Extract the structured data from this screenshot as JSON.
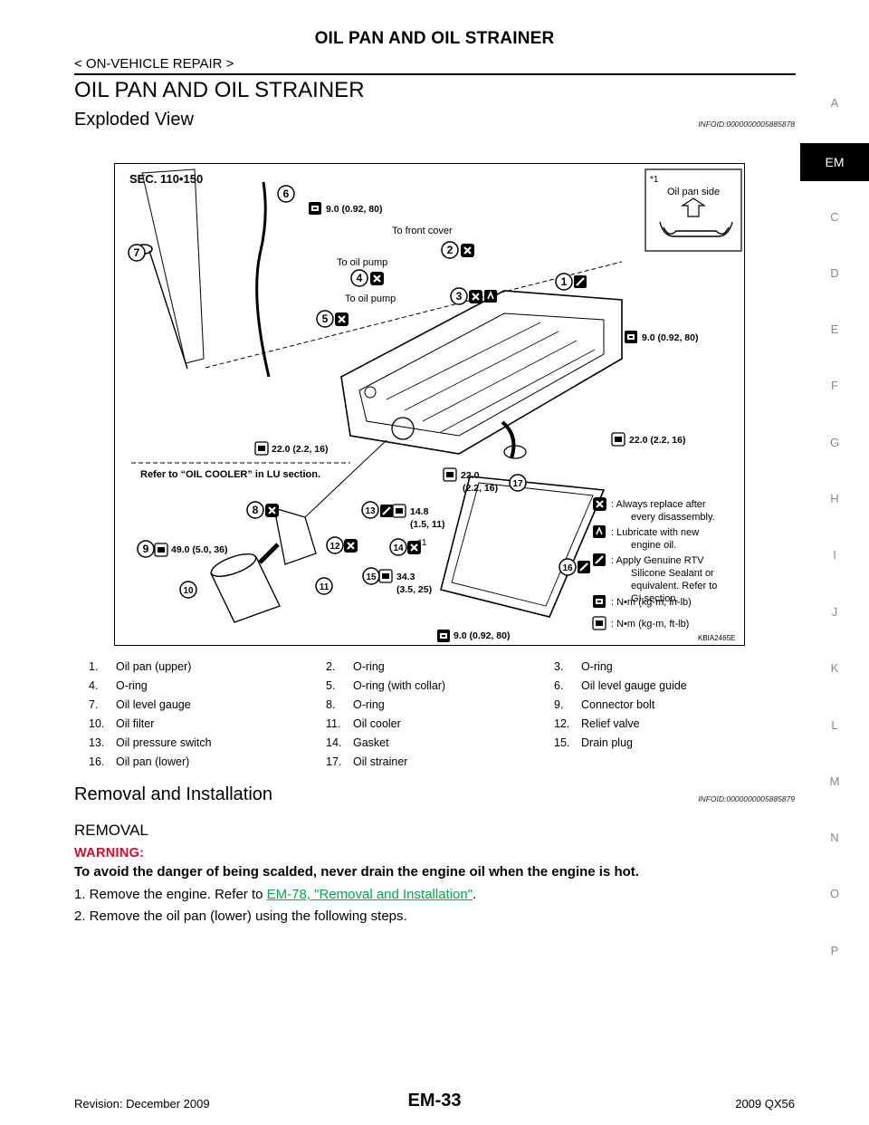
{
  "header": {
    "title": "OIL PAN AND OIL STRAINER",
    "subtitle": "< ON-VEHICLE REPAIR >",
    "section_title": "OIL PAN AND OIL STRAINER"
  },
  "exploded": {
    "heading": "Exploded View",
    "infoid": "INFOID:0000000005885878"
  },
  "side_tabs": [
    "A",
    "EM",
    "C",
    "D",
    "E",
    "F",
    "G",
    "H",
    "I",
    "J",
    "K",
    "L",
    "M",
    "N",
    "O",
    "P"
  ],
  "side_active": "EM",
  "figure": {
    "sec": "SEC. 110•150",
    "star_note": "*1",
    "inset_label": "Oil pan side",
    "to_front_cover": "To front cover",
    "to_oil_pump_1": "To oil pump",
    "to_oil_pump_2": "To oil pump",
    "refer": "Refer to “OIL COOLER” in LU section.",
    "torque_1": "9.0 (0.92, 80)",
    "torque_2": "9.0 (0.92, 80)",
    "torque_3": "22.0 (2.2, 16)",
    "torque_4": "22.0 (2.2, 16)",
    "torque_5a": "22.0",
    "torque_5b": "(2.2, 16)",
    "torque_6a": "14.8",
    "torque_6b": "(1.5, 11)",
    "torque_7": "49.0 (5.0, 36)",
    "torque_8a": "34.3",
    "torque_8b": "(3.5, 25)",
    "torque_9": "9.0 (0.92, 80)",
    "star_14": "*1",
    "callouts": [
      "1",
      "2",
      "3",
      "4",
      "5",
      "6",
      "7",
      "8",
      "9",
      "10",
      "11",
      "12",
      "13",
      "14",
      "15",
      "16",
      "17"
    ],
    "legend": {
      "replace_1": ": Always replace after",
      "replace_2": "every disassembly.",
      "lube_1": ": Lubricate with new",
      "lube_2": "engine oil.",
      "rtv_1": ": Apply Genuine RTV",
      "rtv_2": "Silicone Sealant or",
      "rtv_3": "equivalent. Refer to",
      "rtv_4": "GI section.",
      "nm_inlb": ": N•m (kg-m, in-lb)",
      "nm_ftlb": ": N•m (kg-m, ft-lb)"
    },
    "code": "KBIA2465E"
  },
  "parts": [
    [
      "1.",
      "Oil pan (upper)"
    ],
    [
      "2.",
      "O-ring"
    ],
    [
      "3.",
      "O-ring"
    ],
    [
      "4.",
      "O-ring"
    ],
    [
      "5.",
      "O-ring (with collar)"
    ],
    [
      "6.",
      "Oil level gauge guide"
    ],
    [
      "7.",
      "Oil level gauge"
    ],
    [
      "8.",
      "O-ring"
    ],
    [
      "9.",
      "Connector bolt"
    ],
    [
      "10.",
      "Oil filter"
    ],
    [
      "11.",
      "Oil cooler"
    ],
    [
      "12.",
      "Relief valve"
    ],
    [
      "13.",
      "Oil pressure switch"
    ],
    [
      "14.",
      "Gasket"
    ],
    [
      "15.",
      "Drain plug"
    ],
    [
      "16.",
      "Oil pan (lower)"
    ],
    [
      "17.",
      "Oil strainer"
    ]
  ],
  "removal": {
    "heading": "Removal and Installation",
    "infoid": "INFOID:0000000005885879",
    "subheading": "REMOVAL",
    "warning_label": "WARNING:",
    "warning_text": "To avoid the danger of being scalded, never drain the engine oil when the engine is hot.",
    "step1_prefix": "1. Remove the engine. Refer to ",
    "step1_link": "EM-78, \"Removal and Installation\"",
    "step1_suffix": ".",
    "step2": "2. Remove the oil pan (lower) using the following steps."
  },
  "footer": {
    "left": "Revision: December 2009",
    "center": "EM-33",
    "right": "2009 QX56"
  }
}
